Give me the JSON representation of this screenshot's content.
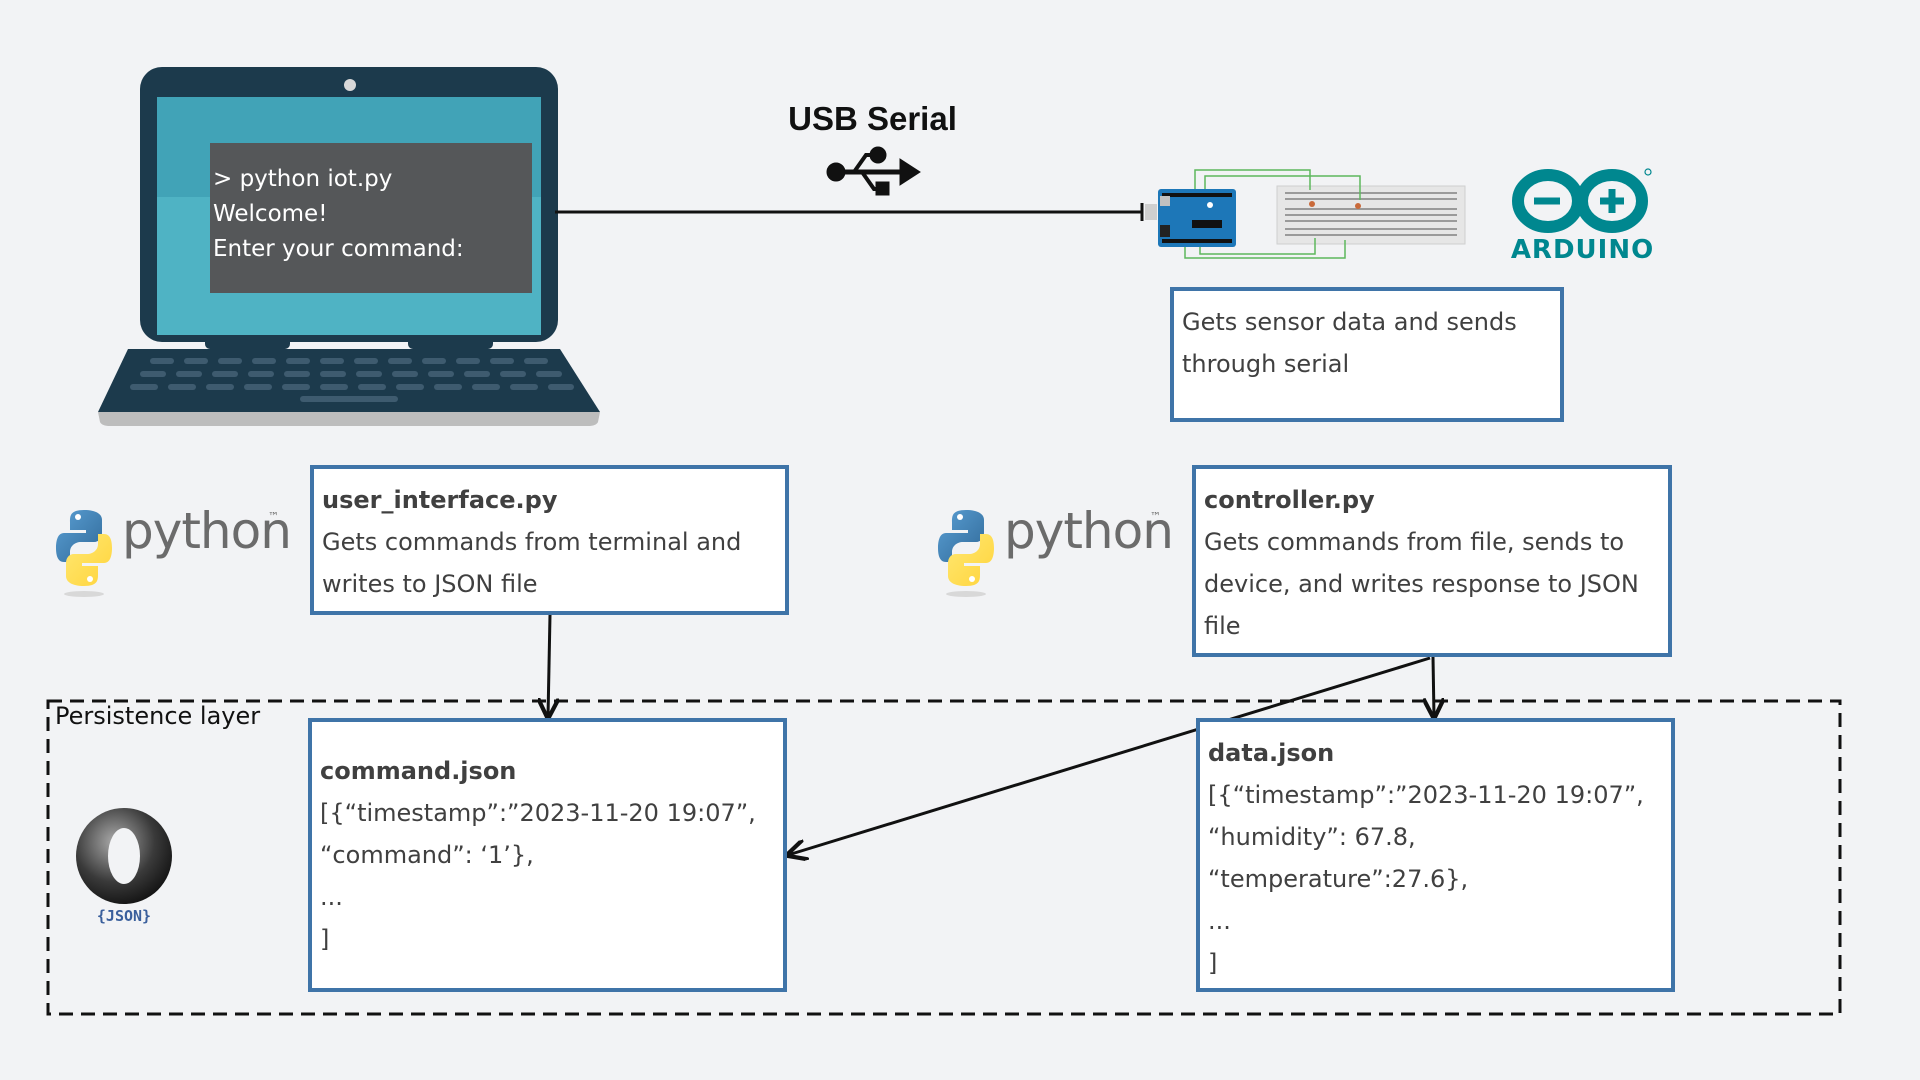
{
  "terminal": {
    "lines": [
      "> python iot.py",
      "Welcome!",
      "Enter your command:"
    ]
  },
  "usb": {
    "title": "USB Serial"
  },
  "arduino": {
    "logo_text": "ARDUINO",
    "desc_lines": [
      "Gets sensor data and sends",
      "through serial"
    ]
  },
  "python_logo": {
    "text": "python",
    "tm": "™"
  },
  "user_interface": {
    "title": "user_interface.py",
    "lines": [
      "Gets commands from terminal and",
      "writes to JSON file"
    ]
  },
  "controller": {
    "title": "controller.py",
    "lines": [
      "Gets commands from file, sends to",
      "device, and writes response to JSON",
      "file"
    ]
  },
  "persistence": {
    "label": "Persistence layer"
  },
  "json_logo": {
    "text": "{JSON}"
  },
  "command_json": {
    "title": "command.json",
    "lines": [
      "[{“timestamp”:”2023-11-20 19:07”,",
      "“command”: ‘1’},",
      "...",
      "]"
    ]
  },
  "data_json": {
    "title": "data.json",
    "lines": [
      "[{“timestamp”:”2023-11-20 19:07”,",
      "“humidity”: 67.8,",
      "“temperature”:27.6},",
      "...",
      "]"
    ]
  },
  "colors": {
    "box_border": "#3f74a8",
    "screen": "#4fb3c4",
    "laptop_body": "#1c3a4c",
    "arduino_teal": "#00878f",
    "python_blue": "#3a74a8",
    "python_yellow": "#ffd43b"
  }
}
